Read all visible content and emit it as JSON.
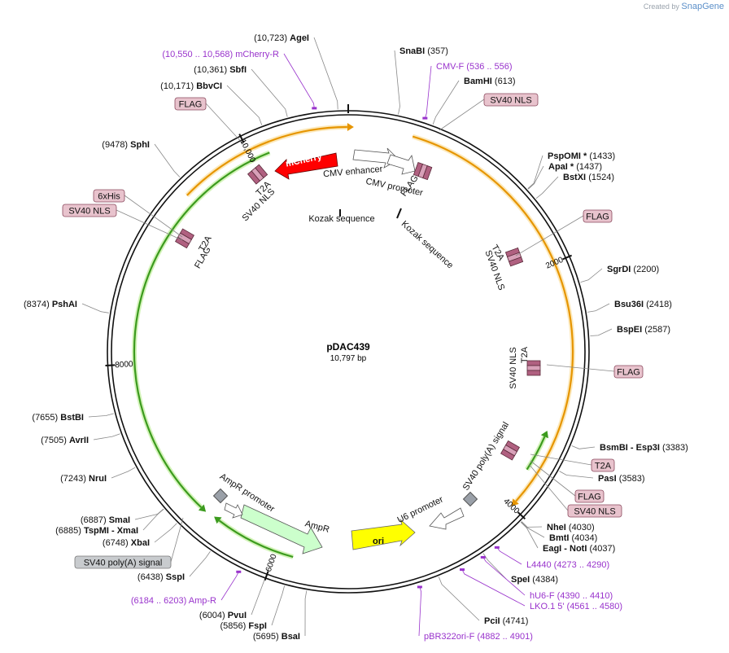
{
  "credit": {
    "prefix": "Created by",
    "brand": "SnapGene"
  },
  "plasmid": {
    "name": "pDAC439",
    "size_label": "10,797 bp",
    "length": 10797
  },
  "ticks": [
    {
      "pos": 2000,
      "label": "2000"
    },
    {
      "pos": 4000,
      "label": "4000"
    },
    {
      "pos": 6000,
      "label": "6000"
    },
    {
      "pos": 8000,
      "label": "8000"
    },
    {
      "pos": 10000,
      "label": "10,000"
    }
  ],
  "sites": [
    {
      "name": "AgeI",
      "pos": "(10,723)",
      "bp": 10723,
      "side": "L"
    },
    {
      "name": "mCherry-R",
      "pos": "(10,550 .. 10,568)",
      "bp": 10559,
      "side": "L",
      "primer": true
    },
    {
      "name": "SbfI",
      "pos": "(10,361)",
      "bp": 10361,
      "side": "L"
    },
    {
      "name": "BbvCI",
      "pos": "(10,171)",
      "bp": 10171,
      "side": "L"
    },
    {
      "name": "SphI",
      "pos": "(9478)",
      "bp": 9478,
      "side": "L"
    },
    {
      "name": "PshAI",
      "pos": "(8374)",
      "bp": 8374,
      "side": "L"
    },
    {
      "name": "BstBI",
      "pos": "(7655)",
      "bp": 7655,
      "side": "L"
    },
    {
      "name": "AvrII",
      "pos": "(7505)",
      "bp": 7505,
      "side": "L"
    },
    {
      "name": "NruI",
      "pos": "(7243)",
      "bp": 7243,
      "side": "L"
    },
    {
      "name": "SmaI",
      "pos": "(6887)",
      "bp": 6887,
      "side": "L"
    },
    {
      "name": "TspMI - XmaI",
      "pos": "(6885)",
      "bp": 6885,
      "side": "L"
    },
    {
      "name": "XbaI",
      "pos": "(6748)",
      "bp": 6748,
      "side": "L"
    },
    {
      "name": "SspI",
      "pos": "(6438)",
      "bp": 6438,
      "side": "L"
    },
    {
      "name": "Amp-R",
      "pos": "(6184 .. 6203)",
      "bp": 6193,
      "side": "L",
      "primer": true
    },
    {
      "name": "PvuI",
      "pos": "(6004)",
      "bp": 6004,
      "side": "L"
    },
    {
      "name": "FspI",
      "pos": "(5856)",
      "bp": 5856,
      "side": "L"
    },
    {
      "name": "BsaI",
      "pos": "(5695)",
      "bp": 5695,
      "side": "L"
    },
    {
      "name": "SnaBI",
      "pos": "(357)",
      "bp": 357,
      "side": "R"
    },
    {
      "name": "CMV-F",
      "pos": "(536 .. 556)",
      "bp": 546,
      "side": "R",
      "primer": true
    },
    {
      "name": "BamHI",
      "pos": "(613)",
      "bp": 613,
      "side": "R"
    },
    {
      "name": "PspOMI *",
      "pos": "(1433)",
      "bp": 1433,
      "side": "R"
    },
    {
      "name": "ApaI *",
      "pos": "(1437)",
      "bp": 1437,
      "side": "R"
    },
    {
      "name": "BstXI",
      "pos": "(1524)",
      "bp": 1524,
      "side": "R"
    },
    {
      "name": "SgrDI",
      "pos": "(2200)",
      "bp": 2200,
      "side": "R"
    },
    {
      "name": "Bsu36I",
      "pos": "(2418)",
      "bp": 2418,
      "side": "R"
    },
    {
      "name": "BspEI",
      "pos": "(2587)",
      "bp": 2587,
      "side": "R"
    },
    {
      "name": "BsmBI - Esp3I",
      "pos": "(3383)",
      "bp": 3383,
      "side": "R"
    },
    {
      "name": "PasI",
      "pos": "(3583)",
      "bp": 3583,
      "side": "R"
    },
    {
      "name": "NheI",
      "pos": "(4030)",
      "bp": 4030,
      "side": "R"
    },
    {
      "name": "BmtI",
      "pos": "(4034)",
      "bp": 4034,
      "side": "R"
    },
    {
      "name": "EagI - NotI",
      "pos": "(4037)",
      "bp": 4037,
      "side": "R"
    },
    {
      "name": "L4440",
      "pos": "(4273 .. 4290)",
      "bp": 4281,
      "side": "R",
      "primer": true
    },
    {
      "name": "SpeI",
      "pos": "(4384)",
      "bp": 4384,
      "side": "R"
    },
    {
      "name": "hU6-F",
      "pos": "(4390 .. 4410)",
      "bp": 4400,
      "side": "R",
      "primer": true
    },
    {
      "name": "LKO.1 5'",
      "pos": "(4561 .. 4580)",
      "bp": 4570,
      "side": "R",
      "primer": true
    },
    {
      "name": "PciI",
      "pos": "(4741)",
      "bp": 4741,
      "side": "R"
    },
    {
      "name": "pBR322ori-F",
      "pos": "(4882 .. 4901)",
      "bp": 4891,
      "side": "R",
      "primer": true
    }
  ],
  "boxed_features": [
    {
      "label": "FLAG",
      "grey": false
    },
    {
      "label": "6xHis",
      "grey": false
    },
    {
      "label": "SV40 NLS",
      "grey": false
    },
    {
      "label": "SV40 poly(A) signal",
      "grey": true
    },
    {
      "label": "SV40 NLS",
      "grey": false
    },
    {
      "label": "FLAG",
      "grey": false
    },
    {
      "label": "FLAG",
      "grey": false
    },
    {
      "label": "T2A",
      "grey": false
    },
    {
      "label": "FLAG",
      "grey": false
    },
    {
      "label": "SV40 NLS",
      "grey": false
    }
  ],
  "feature_labels": {
    "mcherry": "mCherry",
    "cmv_enhancer": "CMV enhancer",
    "cmv_promoter": "CMV promoter",
    "kozak_left": "Kozak sequence",
    "kozak_right": "Kozak sequence",
    "flag_top": "FLAG",
    "t2a_top": "T2A",
    "nls_top": "SV40 NLS",
    "t2a_left": "T2A",
    "flag_left": "FLAG",
    "t2a_r1": "T2A",
    "nls_r1": "SV40 NLS",
    "nls_r2": "SV40 NLS",
    "t2a_r2": "T2A",
    "polya": "SV40 poly(A) signal",
    "u6": "U6 promoter",
    "ori": "ori",
    "ampr_promoter": "AmpR promoter",
    "ampr": "AmpR"
  },
  "colors": {
    "mcherry": "#ff0000",
    "ori": "#ffff00",
    "ampr": "#ccffcc",
    "primer": "#9933cc",
    "orange_arc": "#e69500",
    "green_arc": "#3c9b1e",
    "feature_box": "#e8c3cd",
    "grey_box": "#c8cbce"
  }
}
